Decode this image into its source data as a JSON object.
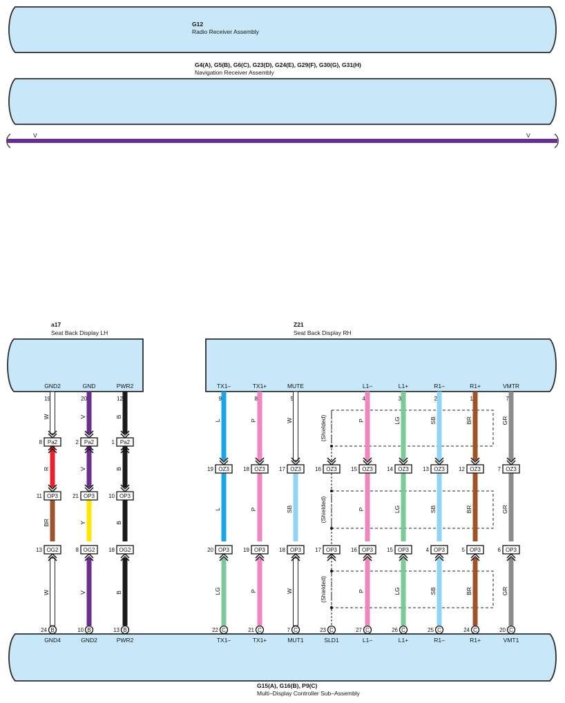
{
  "components": {
    "g12": {
      "code": "G12",
      "name": "Radio Receiver Assembly"
    },
    "nav": {
      "code": "G4(A), G5(B), G6(C), G23(D), G24(E), G29(F), G30(G), G31(H)",
      "name": "Navigation Receiver Assembly"
    },
    "a17": {
      "code": "a17",
      "name": "Seat Back Display LH"
    },
    "z21": {
      "code": "Z21",
      "name": "Seat Back Display RH"
    },
    "g15": {
      "code": "G15(A), G16(B), P9(C)",
      "name": "Multi–Display Controller Sub–Assembly"
    }
  },
  "bus": {
    "label_left": "V",
    "label_right": "V",
    "color": "#6a2d91"
  },
  "colors": {
    "W": "#ffffff",
    "V": "#6a2d91",
    "B": "#1a1a1a",
    "R": "#e8202a",
    "BR": "#a0522d",
    "Y": "#ffe600",
    "L": "#1aa6e4",
    "P": "#ef86bd",
    "LG": "#7cc89a",
    "SB": "#92d4f4",
    "GR": "#8c8c8c"
  },
  "shielded_label": "(Shielded)",
  "wires": [
    {
      "top_name": "GND2",
      "top_pin": "19",
      "c1_pin": "8",
      "c1": "Pa2",
      "c2_pin": "11",
      "c2": "OP3",
      "c3_pin": "13",
      "c3": "OG2",
      "bot_pin": "24",
      "bot_conn": "B",
      "bot_name": "GND4",
      "seg1": "W",
      "seg2": "R",
      "seg3": "BR",
      "seg4": "W"
    },
    {
      "top_name": "GND",
      "top_pin": "20",
      "c1_pin": "2",
      "c1": "Pa2",
      "c2_pin": "21",
      "c2": "OP3",
      "c3_pin": "8",
      "c3": "OG2",
      "bot_pin": "10",
      "bot_conn": "B",
      "bot_name": "GND2",
      "seg1": "V",
      "seg2": "V",
      "seg3": "Y",
      "seg4": "V"
    },
    {
      "top_name": "PWR2",
      "top_pin": "12",
      "c1_pin": "1",
      "c1": "Pa2",
      "c2_pin": "10",
      "c2": "OP3",
      "c3_pin": "18",
      "c3": "OG2",
      "bot_pin": "13",
      "bot_conn": "B",
      "bot_name": "PWR2",
      "seg1": "B",
      "seg2": "B",
      "seg3": "B",
      "seg4": "B"
    },
    {
      "top_name": "TX1–",
      "top_pin": "9",
      "c1_pin": "19",
      "c1": "OZ3",
      "c2_pin": "20",
      "c2": "OP3",
      "bot_pin": "22",
      "bot_conn": "C",
      "bot_name": "TX1–",
      "seg1": "L",
      "seg2": "L",
      "seg3": "LG"
    },
    {
      "top_name": "TX1+",
      "top_pin": "8",
      "c1_pin": "18",
      "c1": "OZ3",
      "c2_pin": "19",
      "c2": "OP3",
      "bot_pin": "21",
      "bot_conn": "C",
      "bot_name": "TX1+",
      "seg1": "P",
      "seg2": "P",
      "seg3": "P"
    },
    {
      "top_name": "MUTE",
      "top_pin": "5",
      "c1_pin": "17",
      "c1": "OZ3",
      "c2_pin": "18",
      "c2": "OP3",
      "bot_pin": "7",
      "bot_conn": "C",
      "bot_name": "MUT1",
      "seg1": "W",
      "seg2": "SB",
      "seg3": "W"
    },
    {
      "top_name": "",
      "top_pin": "",
      "c1_pin": "16",
      "c1": "OZ3",
      "c2_pin": "17",
      "c2": "OP3",
      "bot_pin": "23",
      "bot_conn": "C",
      "bot_name": "SLD1",
      "seg1": "",
      "seg2": "",
      "seg3": ""
    },
    {
      "top_name": "L1–",
      "top_pin": "4",
      "c1_pin": "15",
      "c1": "OZ3",
      "c2_pin": "16",
      "c2": "OP3",
      "bot_pin": "27",
      "bot_conn": "C",
      "bot_name": "L1–",
      "seg1": "P",
      "seg2": "P",
      "seg3": "P"
    },
    {
      "top_name": "L1+",
      "top_pin": "3",
      "c1_pin": "14",
      "c1": "OZ3",
      "c2_pin": "15",
      "c2": "OP3",
      "bot_pin": "26",
      "bot_conn": "C",
      "bot_name": "L1+",
      "seg1": "LG",
      "seg2": "LG",
      "seg3": "LG"
    },
    {
      "top_name": "R1–",
      "top_pin": "2",
      "c1_pin": "13",
      "c1": "OZ3",
      "c2_pin": "4",
      "c2": "OP3",
      "bot_pin": "25",
      "bot_conn": "C",
      "bot_name": "R1–",
      "seg1": "SB",
      "seg2": "SB",
      "seg3": "SB"
    },
    {
      "top_name": "R1+",
      "top_pin": "1",
      "c1_pin": "12",
      "c1": "OZ3",
      "c2_pin": "5",
      "c2": "OP3",
      "bot_pin": "24",
      "bot_conn": "C",
      "bot_name": "R1+",
      "seg1": "BR",
      "seg2": "BR",
      "seg3": "BR"
    },
    {
      "top_name": "VMTR",
      "top_pin": "7",
      "c1_pin": "7",
      "c1": "OZ3",
      "c2_pin": "6",
      "c2": "OP3",
      "bot_pin": "20",
      "bot_conn": "C",
      "bot_name": "VMT1",
      "seg1": "GR",
      "seg2": "GR",
      "seg3": "GR"
    }
  ]
}
